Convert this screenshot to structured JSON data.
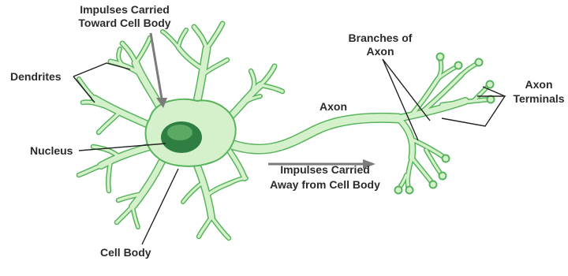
{
  "labels": {
    "impulses_in_1": "Impulses Carried",
    "impulses_in_2": "Toward Cell Body",
    "dendrites": "Dendrites",
    "nucleus": "Nucleus",
    "cell_body": "Cell Body",
    "axon": "Axon",
    "impulses_out_1": "Impulses Carried",
    "impulses_out_2": "Away from Cell Body",
    "branches_1": "Branches of",
    "branches_2": "Axon",
    "terminals_1": "Axon",
    "terminals_2": "Terminals"
  },
  "colors": {
    "membrane": "#58b45c",
    "cytoplasm": "#d5f1cc",
    "nucleus_outer": "#2f7f43",
    "nucleus_inner": "#5ca964",
    "arrow": "#7b7b7b",
    "text": "#2b2b2b"
  }
}
